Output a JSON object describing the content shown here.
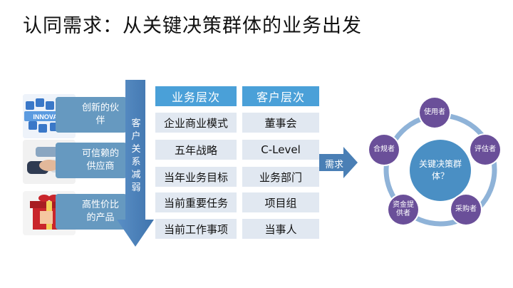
{
  "title": "认同需求：从关键决策群体的业务出发",
  "benefits": [
    {
      "label": "创新的伙伴",
      "photo_text": "INNOVATE"
    },
    {
      "label": "可信赖的供应商"
    },
    {
      "label": "高性价比的产品"
    }
  ],
  "vertical_arrow_label": "客户关系减弱",
  "business_layers": {
    "header": "业务层次",
    "items": [
      "企业商业模式",
      "五年战略",
      "当年业务目标",
      "当前重要任务",
      "当前工作事项"
    ]
  },
  "customer_layers": {
    "header": "客户层次",
    "items": [
      "董事会",
      "C-Level",
      "业务部门",
      "项目组",
      "当事人"
    ]
  },
  "demand_label": "需求",
  "cycle": {
    "center": "关键决策群体？",
    "nodes": [
      "使用者",
      "评估者",
      "采购者",
      "资金提供者",
      "合规者"
    ]
  },
  "colors": {
    "benefit_box": "#6699c0",
    "arrow": "#4a7fb5",
    "header_box": "#4aa0d8",
    "layer_box": "#e1e8f1",
    "cycle_node": "#6a4f99",
    "cycle_ring": "#8fb3d8",
    "cycle_center": "#4a8fc4"
  }
}
